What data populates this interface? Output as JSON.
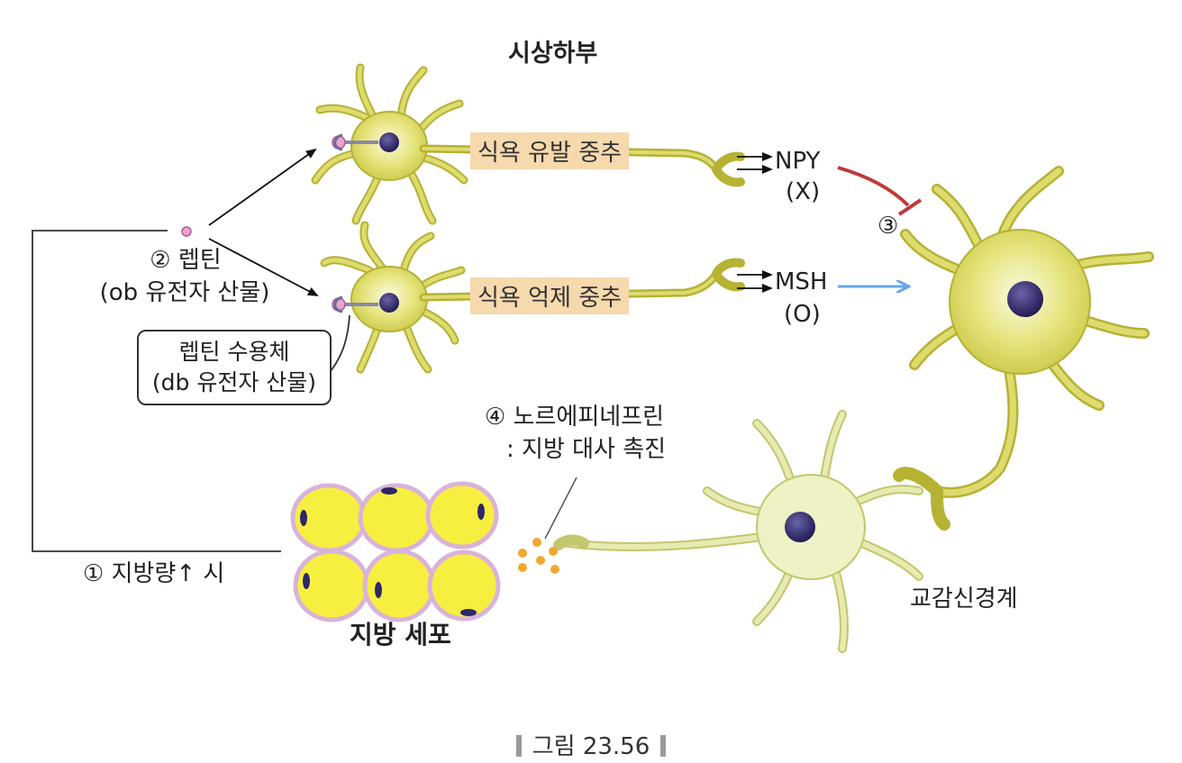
{
  "title": "시상하부",
  "leptin": {
    "label": "② 렙틴",
    "sub": "(ob 유전자 산물)"
  },
  "receptor": {
    "line1": "렙틴 수용체",
    "line2": "(db 유전자 산물)"
  },
  "centers": {
    "appetite_induce": "식욕 유발 중추",
    "appetite_suppress": "식욕 억제 중추"
  },
  "npy": {
    "label": "NPY",
    "mark": "(X)"
  },
  "msh": {
    "label": "MSH",
    "mark": "(O)"
  },
  "step3": "③",
  "step1": "① 지방량↑ 시",
  "norepinephrine": {
    "line1": "④ 노르에피네프린",
    "line2": ": 지방 대사 촉진"
  },
  "fat_cells": "지방 세포",
  "sympathetic": "교감신경계",
  "caption": "그림 23.56",
  "colors": {
    "neuron": "#d8d65a",
    "neuron_dark": "#a8a42e",
    "nucleus": "#2f2766",
    "fat": "#f7ef40",
    "fat_membrane": "#d9b3d9",
    "inhibit": "#c0393b",
    "activate": "#6aa5e8",
    "highlight": "#f6d9ad",
    "droplet": "#f0a830"
  }
}
